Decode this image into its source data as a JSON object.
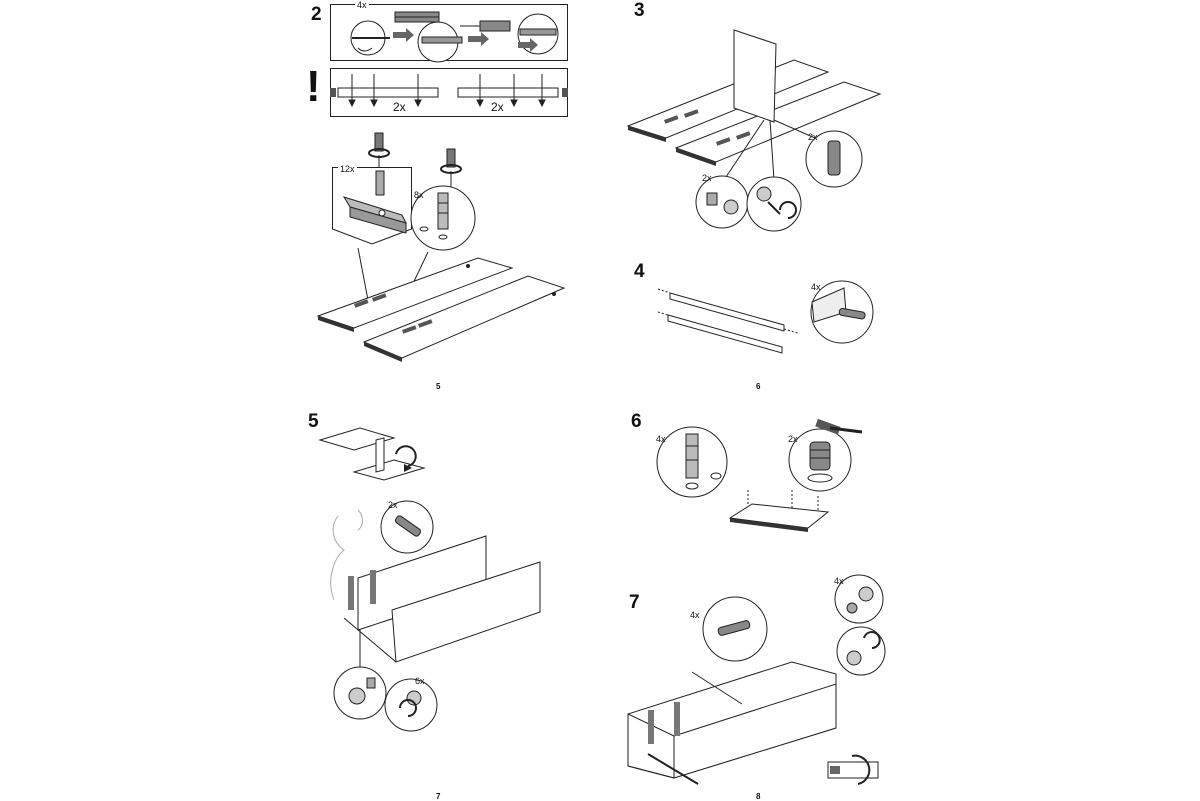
{
  "pages": [
    {
      "page_number": "5",
      "steps": [
        {
          "number": "2",
          "quantities": {
            "top_box": "4x",
            "rail_left": "2x",
            "rail_right": "2x",
            "callout_left": "12x",
            "callout_right": "8x"
          },
          "warning_symbol": "!"
        },
        {
          "number": "3",
          "quantities": {
            "screw_left": "2x",
            "dowel": "2x"
          }
        }
      ]
    },
    {
      "page_number": "6",
      "steps": [
        {
          "number": "4",
          "quantities": {
            "dowel": "4x"
          }
        }
      ]
    },
    {
      "page_number": "7",
      "steps": [
        {
          "number": "5",
          "quantities": {
            "dowel": "2x",
            "cam": "6x"
          }
        }
      ]
    },
    {
      "page_number": "8",
      "steps": [
        {
          "number": "6",
          "quantities": {
            "bolt": "4x",
            "foot": "2x"
          }
        },
        {
          "number": "7",
          "quantities": {
            "dowel": "4x",
            "cam": "4x"
          }
        }
      ]
    }
  ],
  "icons": {
    "warning": "exclamation-icon",
    "screwdriver": "screwdriver-icon",
    "hammer": "hammer-icon",
    "rotate": "rotate-arrow-icon"
  }
}
